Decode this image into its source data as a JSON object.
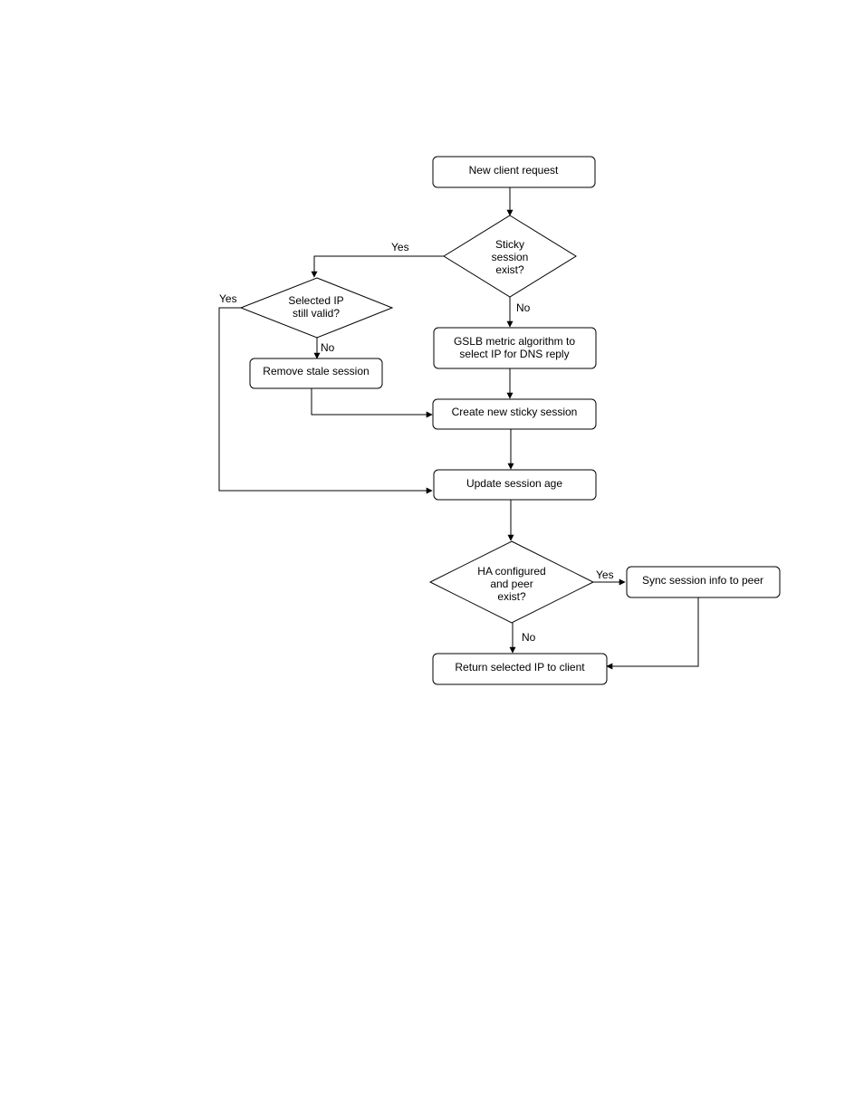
{
  "nodes": {
    "new_request": [
      "New client request"
    ],
    "sticky_exist": [
      "Sticky",
      "session",
      "exist?"
    ],
    "selected_ip_valid": [
      "Selected IP",
      "still valid?"
    ],
    "gslb": [
      "GSLB metric algorithm to",
      "select IP for DNS reply"
    ],
    "remove_stale": [
      "Remove stale session"
    ],
    "create_sticky": [
      "Create new sticky session"
    ],
    "update_age": [
      "Update session age"
    ],
    "ha_configured": [
      "HA configured",
      "and peer",
      "exist?"
    ],
    "sync_peer": [
      "Sync session info to peer"
    ],
    "return_ip": [
      "Return selected IP to client"
    ]
  },
  "labels": {
    "sticky_yes": "Yes",
    "sticky_no": "No",
    "valid_yes": "Yes",
    "valid_no": "No",
    "ha_yes": "Yes",
    "ha_no": "No"
  }
}
